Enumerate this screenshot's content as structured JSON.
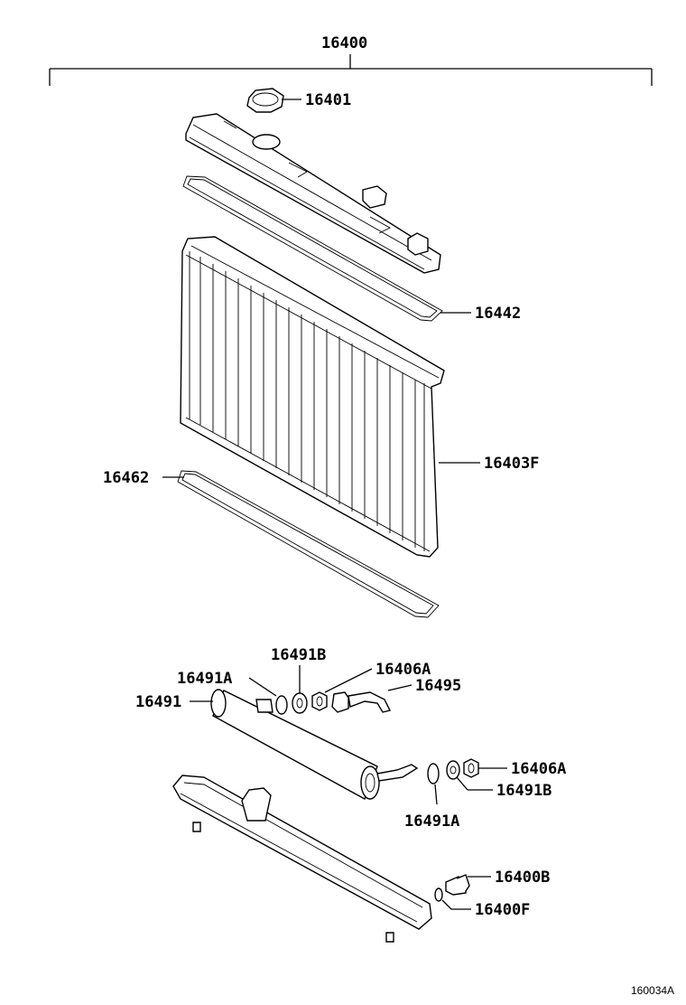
{
  "diagram": {
    "figure_id": "160034A",
    "labels": {
      "assembly": "16400",
      "cap": "16401",
      "upper_gasket": "16442",
      "core": "16403F",
      "lower_gasket": "16462",
      "plug_washer_top": "16491B",
      "nut_top": "16406A",
      "oring_top": "16491A",
      "tube": "16491",
      "hose_pipe": "16495",
      "nut_right": "16406A",
      "washer_right": "16491B",
      "oring_bottom": "16491A",
      "drain_cock": "16400B",
      "drain_oring": "16400F"
    }
  }
}
